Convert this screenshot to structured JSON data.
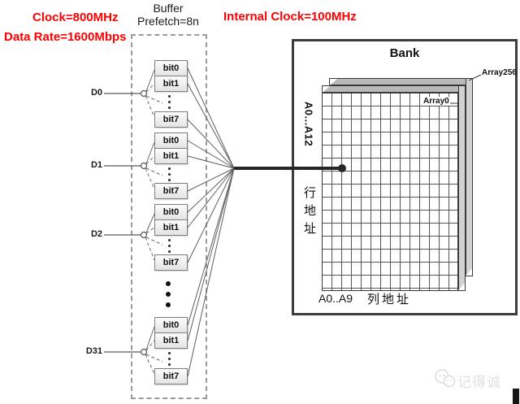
{
  "annotations": {
    "clock": "Clock=800MHz",
    "data_rate": "Data Rate=1600Mbps",
    "internal_clock": "Internal Clock=100MHz"
  },
  "buffer": {
    "title_line1": "Buffer",
    "title_line2": "Prefetch=8n",
    "groups": [
      {
        "d_label": "D0",
        "bits": [
          "bit0",
          "bit1",
          "bit7"
        ]
      },
      {
        "d_label": "D1",
        "bits": [
          "bit0",
          "bit1",
          "bit7"
        ]
      },
      {
        "d_label": "D2",
        "bits": [
          "bit0",
          "bit1",
          "bit7"
        ]
      },
      {
        "d_label": "D31",
        "bits": [
          "bit0",
          "bit1",
          "bit7"
        ]
      }
    ]
  },
  "bank": {
    "title": "Bank",
    "back_array_label": "Array256",
    "front_array_label": "Array0",
    "row_address_bus": "A0...A12",
    "row_address_label": "行地址",
    "column_address_bus": "A0..A9",
    "column_address_label": "列地址"
  },
  "watermark": {
    "text": "记得诚"
  },
  "colors": {
    "annotation_red": "#ff0000",
    "line_gray": "#595959",
    "border_dark": "#3a3a3a",
    "bank_border": "#3d3d3d",
    "sheet_edge_gray": "#b9b9b9",
    "bit_box_fill": "#ededed"
  }
}
